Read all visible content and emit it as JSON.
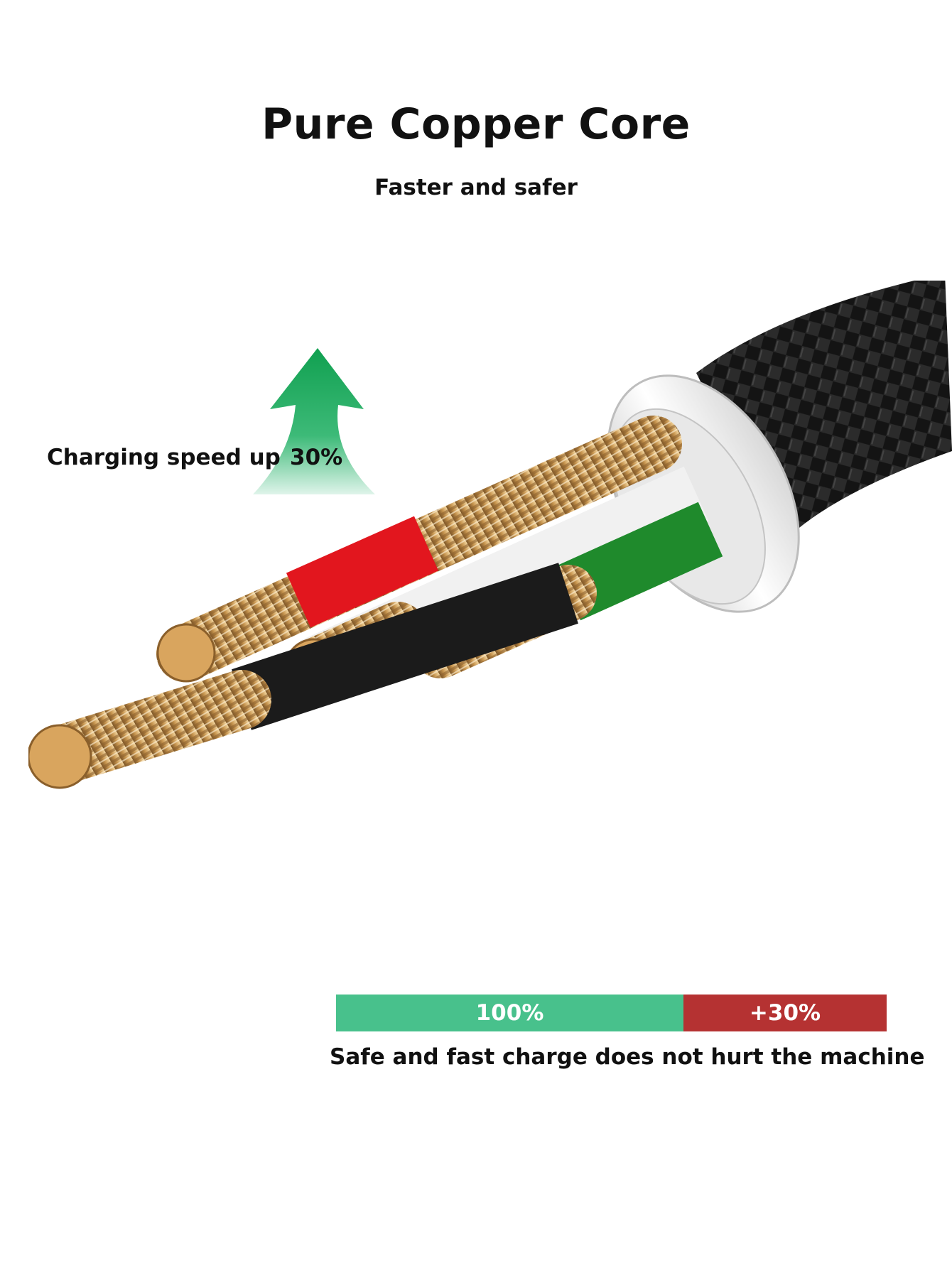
{
  "header": {
    "title": "Pure Copper Core",
    "subtitle": "Faster and safer"
  },
  "speed": {
    "label": "Charging speed up",
    "percent": "30%"
  },
  "bar": {
    "base_label": "100%",
    "boost_label": "+30%",
    "base_color": "#48c18c",
    "boost_color": "#b53232"
  },
  "caption": "Safe and fast charge does not hurt the machine",
  "colors": {
    "arrow": "#1aa35b",
    "copper": "#c99a55",
    "jacket_red": "#e2161e",
    "jacket_green": "#1f8a2c",
    "jacket_white": "#efefef",
    "jacket_black": "#1b1b1b",
    "braid": "#151515"
  }
}
